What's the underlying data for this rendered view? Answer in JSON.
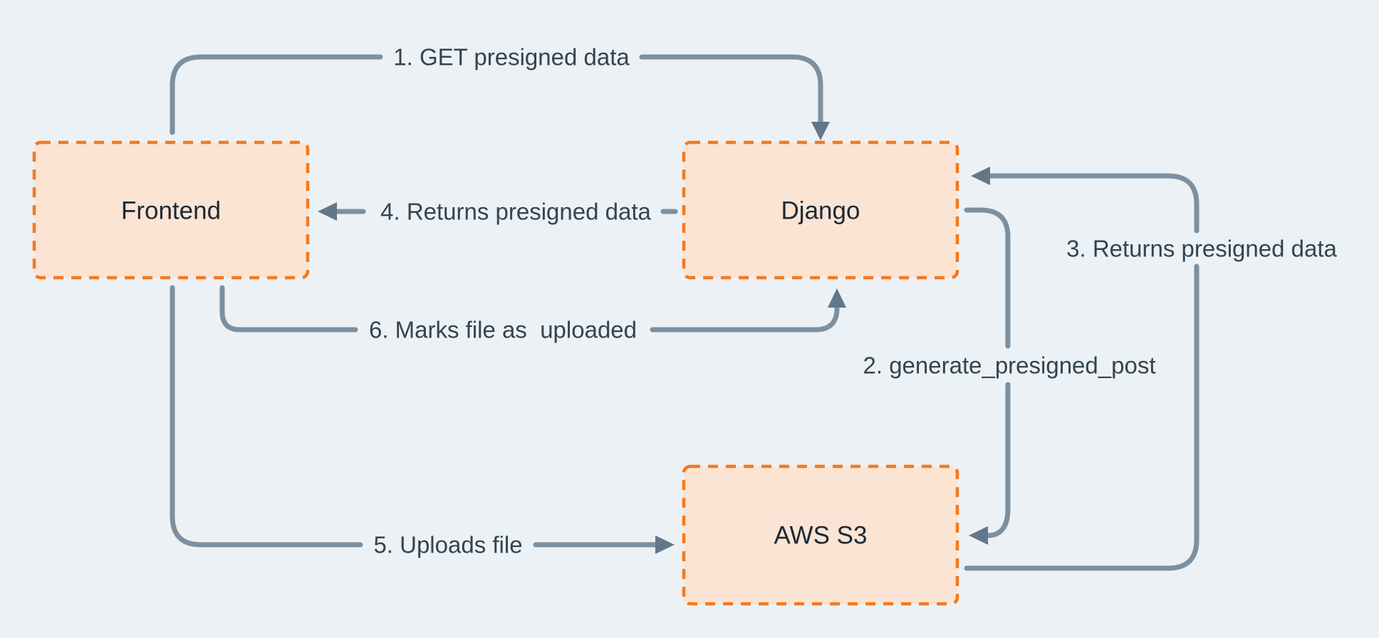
{
  "diagram": {
    "nodes": [
      {
        "id": "frontend",
        "label": "Frontend"
      },
      {
        "id": "django",
        "label": "Django"
      },
      {
        "id": "aws-s3",
        "label": "AWS S3"
      }
    ],
    "edges": [
      {
        "label": "1. GET presigned data",
        "from": "Frontend",
        "to": "Django"
      },
      {
        "label": "2. generate_presigned_post",
        "from": "Django",
        "to": "AWS S3"
      },
      {
        "label": "3. Returns presigned data",
        "from": "AWS S3",
        "to": "Django"
      },
      {
        "label": "4. Returns presigned data",
        "from": "Django",
        "to": "Frontend"
      },
      {
        "label": "5. Uploads file",
        "from": "Frontend",
        "to": "AWS S3"
      },
      {
        "label": "6. Marks file as  uploaded",
        "from": "Frontend",
        "to": "Django"
      }
    ],
    "colors": {
      "background": "#ecf1f5",
      "node_fill": "#fbe4d3",
      "node_border": "#f5791d",
      "connector": "#7b90a1",
      "arrowhead": "#627789",
      "edge_label_text": "#334450",
      "node_label_text": "#1c2836"
    }
  }
}
